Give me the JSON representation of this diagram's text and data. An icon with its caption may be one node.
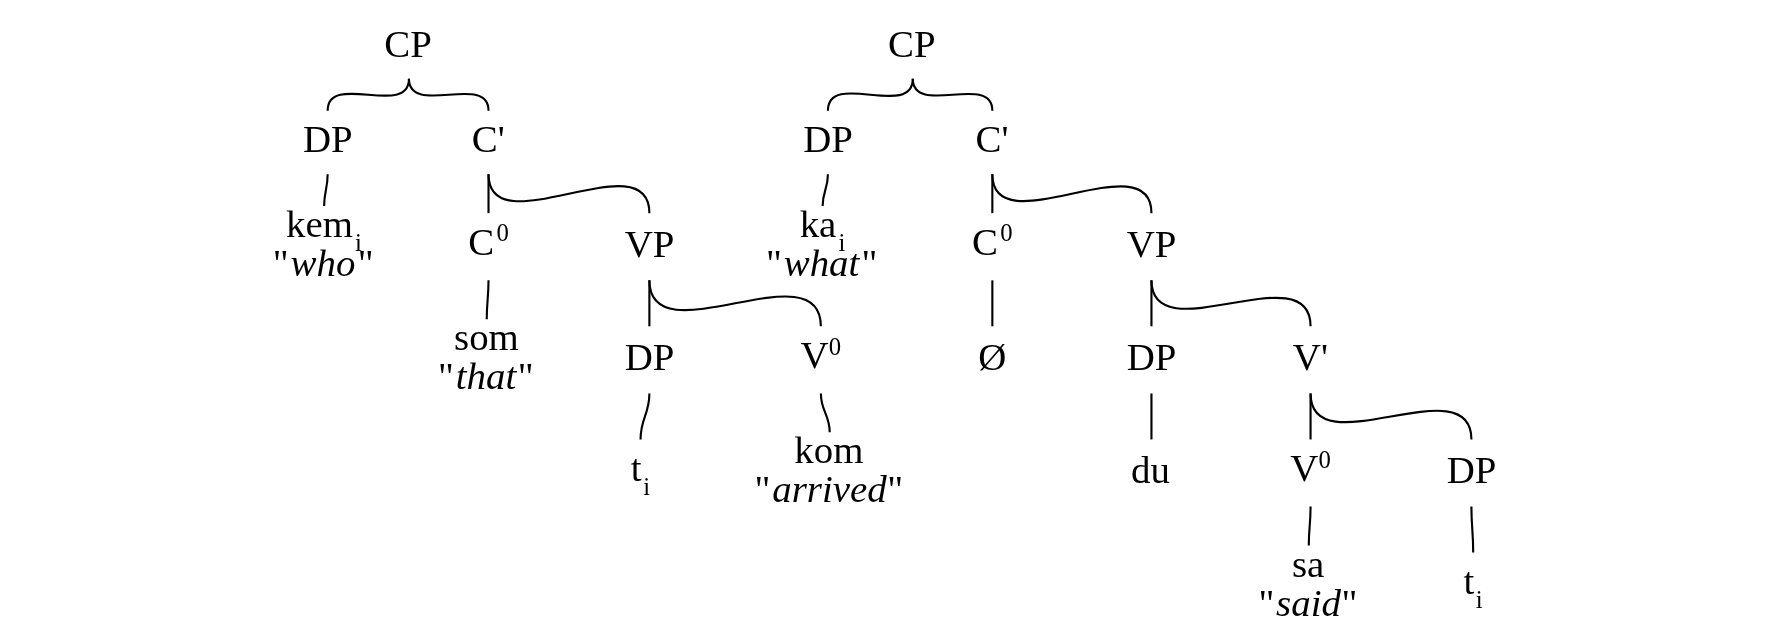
{
  "diagram": {
    "nodes": [
      {
        "text": [
          "CP"
        ]
      },
      {
        "text": [
          "DP"
        ]
      },
      {
        "text": [
          "C'"
        ]
      },
      {
        "text": [
          "kem$_{i}$",
          "\"*who*\""
        ]
      },
      {
        "text": [
          "C$^{0}$"
        ]
      },
      {
        "text": [
          "VP"
        ]
      },
      {
        "text": [
          "som",
          "\"*that*\""
        ]
      },
      {
        "text": [
          "DP"
        ]
      },
      {
        "text": [
          "V$^{0}$"
        ]
      },
      {
        "text": [
          "t$_{i}$"
        ]
      },
      {
        "text": [
          "kom",
          "\"*arrived*\""
        ]
      },
      {
        "text": [
          "CP"
        ]
      },
      {
        "text": [
          "DP"
        ]
      },
      {
        "text": [
          "C'"
        ]
      },
      {
        "text": [
          "ka$_{i}$",
          "\"*what*\""
        ]
      },
      {
        "text": [
          "C$^{0}$"
        ]
      },
      {
        "text": [
          "VP"
        ]
      },
      {
        "text": [
          "Ø"
        ]
      },
      {
        "text": [
          "DP"
        ]
      },
      {
        "text": [
          "V'"
        ]
      },
      {
        "text": [
          "du"
        ]
      },
      {
        "text": [
          "V$^{0}$"
        ]
      },
      {
        "text": [
          "DP"
        ]
      },
      {
        "text": [
          "sa",
          "\"*said*\""
        ]
      },
      {
        "text": [
          "t$_{i}$"
        ]
      }
    ],
    "edges": [
      {
        "from": 0,
        "to": 1,
        "arrow": "none"
      },
      {
        "from": 0,
        "to": 2,
        "arrow": "none"
      },
      {
        "from": 1,
        "to": 3,
        "arrow": "none"
      },
      {
        "from": 2,
        "to": 4,
        "arrow": "none"
      },
      {
        "from": 2,
        "to": 5,
        "arrow": "none"
      },
      {
        "from": 4,
        "to": 6,
        "arrow": "none"
      },
      {
        "from": 5,
        "to": 7,
        "arrow": "none"
      },
      {
        "from": 5,
        "to": 8,
        "arrow": "none"
      },
      {
        "from": 7,
        "to": 9,
        "arrow": "none"
      },
      {
        "from": 8,
        "to": 10,
        "arrow": "none"
      },
      {
        "from": 11,
        "to": 12,
        "arrow": "none"
      },
      {
        "from": 11,
        "to": 13,
        "arrow": "none"
      },
      {
        "from": 12,
        "to": 14,
        "arrow": "none"
      },
      {
        "from": 13,
        "to": 15,
        "arrow": "none"
      },
      {
        "from": 13,
        "to": 16,
        "arrow": "none"
      },
      {
        "from": 15,
        "to": 17,
        "arrow": "none"
      },
      {
        "from": 16,
        "to": 18,
        "arrow": "none"
      },
      {
        "from": 16,
        "to": 19,
        "arrow": "none"
      },
      {
        "from": 18,
        "to": 20,
        "arrow": "none"
      },
      {
        "from": 19,
        "to": 21,
        "arrow": "none"
      },
      {
        "from": 19,
        "to": 22,
        "arrow": "none"
      },
      {
        "from": 21,
        "to": 23,
        "arrow": "none"
      },
      {
        "from": 22,
        "to": 24,
        "arrow": "none"
      }
    ]
  }
}
